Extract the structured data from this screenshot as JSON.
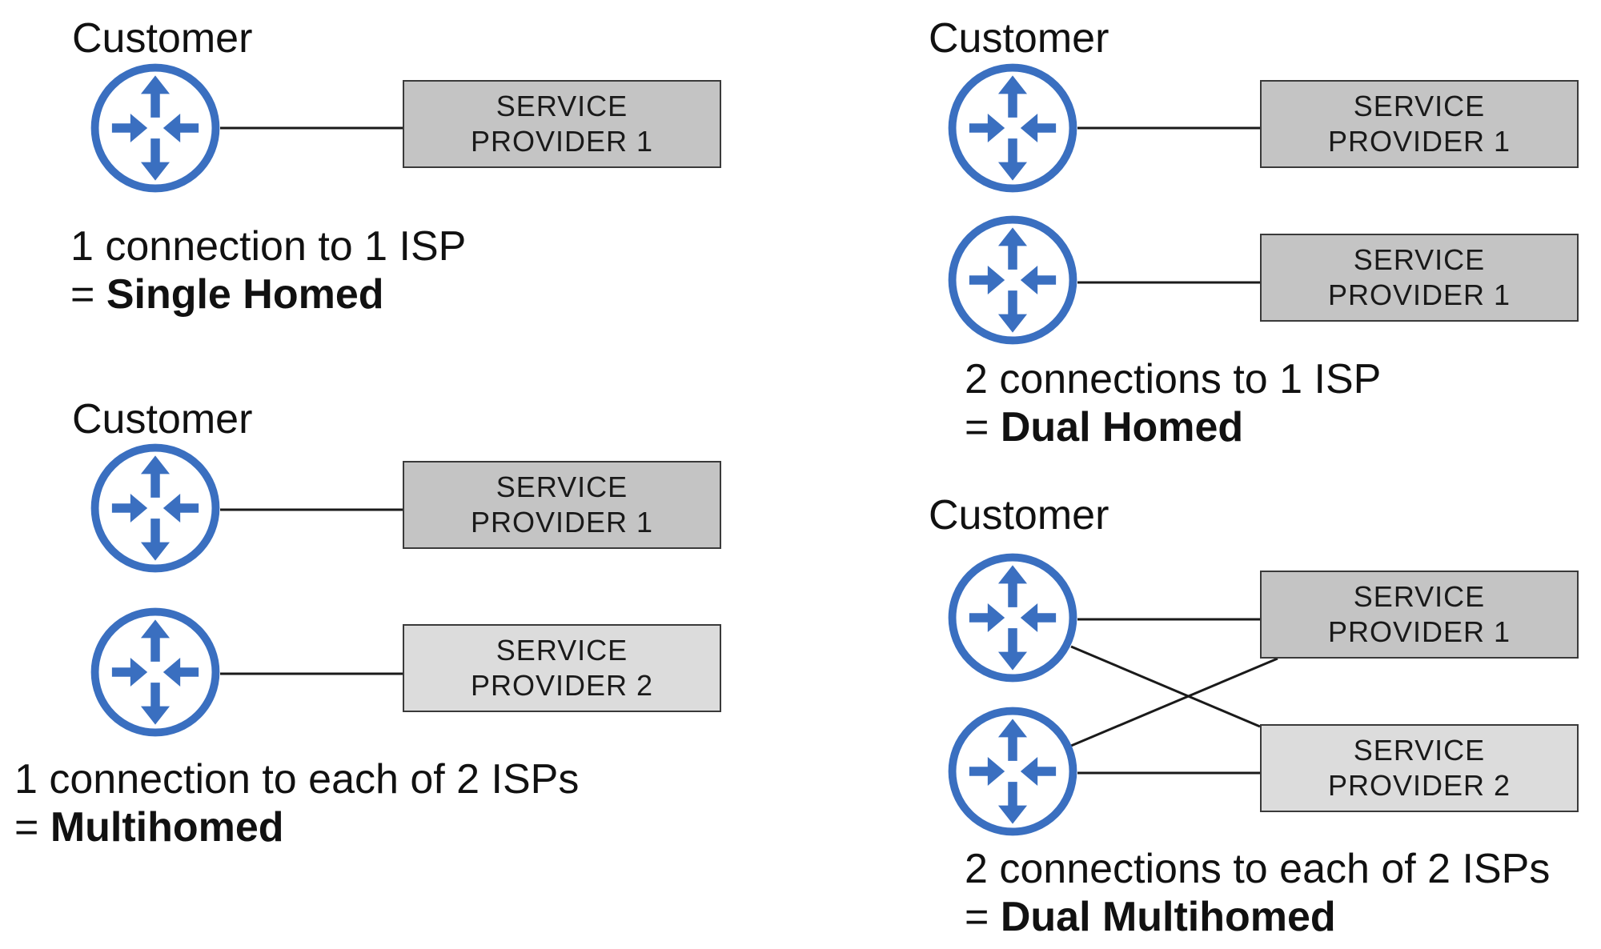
{
  "colors": {
    "router_blue": "#3a6fc0",
    "provider_dark": "#c4c4c4",
    "provider_light": "#dcdcdc",
    "link": "#1a1a1a"
  },
  "icons": {
    "router": "router-icon"
  },
  "panels": {
    "single_homed": {
      "customer_label": "Customer",
      "providers": [
        {
          "line1": "SERVICE",
          "line2": "PROVIDER 1"
        }
      ],
      "description": "1 connection to 1 ISP",
      "result_prefix": "=",
      "result_term": "Single Homed"
    },
    "dual_homed": {
      "customer_label": "Customer",
      "providers": [
        {
          "line1": "SERVICE",
          "line2": "PROVIDER 1"
        },
        {
          "line1": "SERVICE",
          "line2": "PROVIDER 1"
        }
      ],
      "description": "2 connections to 1 ISP",
      "result_prefix": "=",
      "result_term": "Dual Homed"
    },
    "multihomed": {
      "customer_label": "Customer",
      "providers": [
        {
          "line1": "SERVICE",
          "line2": "PROVIDER 1"
        },
        {
          "line1": "SERVICE",
          "line2": "PROVIDER 2"
        }
      ],
      "description": "1 connection to each of 2 ISPs",
      "result_prefix": "=",
      "result_term": "Multihomed"
    },
    "dual_multihomed": {
      "customer_label": "Customer",
      "providers": [
        {
          "line1": "SERVICE",
          "line2": "PROVIDER 1"
        },
        {
          "line1": "SERVICE",
          "line2": "PROVIDER 2"
        }
      ],
      "description": "2 connections to each of 2 ISPs",
      "result_prefix": "=",
      "result_term": "Dual Multihomed"
    }
  }
}
